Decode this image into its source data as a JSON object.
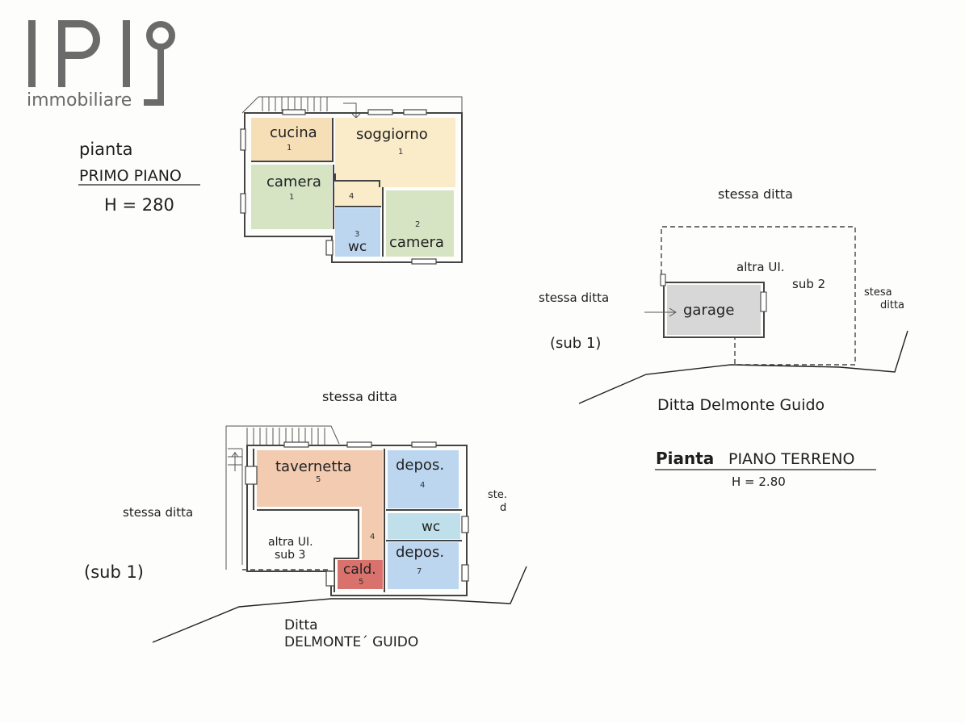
{
  "logo": {
    "mark": "IPI",
    "subtitle": "immobiliare",
    "icon": "key-icon"
  },
  "first_floor": {
    "label_line1": "pianta",
    "label_line2": "PRIMO PIANO",
    "height_label": "H = 280",
    "rooms": [
      {
        "name": "cucina",
        "num": "1",
        "color": "#f6dfb7"
      },
      {
        "name": "soggiorno",
        "num": "1",
        "color": "#faecc9"
      },
      {
        "name": "camera",
        "num": "1",
        "color": "#d6e4c4"
      },
      {
        "name": "",
        "num": "4",
        "color": "#faecc9"
      },
      {
        "name": "wc",
        "num": "3",
        "color": "#bcd6ef"
      },
      {
        "name": "camera",
        "num": "2",
        "color": "#d6e4c4"
      }
    ]
  },
  "ground_floor_garage": {
    "top_neighbor": "stessa ditta",
    "left_neighbor": "stessa ditta",
    "right_neighbor_line1": "stesa",
    "right_neighbor_line2": "ditta",
    "other_unit_line1": "altra UI.",
    "other_unit_line2": "sub 2",
    "sub_label": "(sub 1)",
    "garage_label": "garage",
    "garage_color": "#d7d7d7",
    "owner": "Ditta  Delmonte  Guido",
    "title_bold": "Pianta",
    "title_rest": "PIANO TERRENO",
    "height_label": "H = 2.80"
  },
  "lower_floor": {
    "top_neighbor": "stessa ditta",
    "left_neighbor": "stessa ditta",
    "right_neighbor_line1": "ste.",
    "right_neighbor_line2": "d",
    "other_unit_line1": "altra UI.",
    "other_unit_line2": "sub 3",
    "sub_label": "(sub 1)",
    "owner_line1": "Ditta",
    "owner_line2": "DELMONTE´ GUIDO",
    "rooms": [
      {
        "name": "tavernetta",
        "num": "5",
        "color": "#f2cbb0"
      },
      {
        "name": "depos.",
        "num": "4",
        "color": "#bcd6ef"
      },
      {
        "name": "wc",
        "num": "",
        "color": "#bfe0ea"
      },
      {
        "name": "",
        "num": "4",
        "color": "#f2cbb0"
      },
      {
        "name": "depos.",
        "num": "7",
        "color": "#bcd6ef"
      },
      {
        "name": "cald.",
        "num": "5",
        "color": "#d9726c"
      }
    ]
  }
}
